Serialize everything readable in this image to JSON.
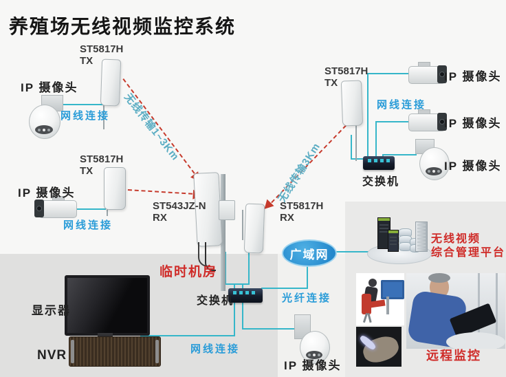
{
  "title": "养殖场无线视频监控系统",
  "labels": {
    "ip_camera": "IP 摄像头",
    "cable": "网线连接",
    "fiber": "光纤连接",
    "switch": "交换机",
    "monitor": "显示器",
    "nvr": "NVR",
    "temp_room": "临时机房",
    "wan": "广域网",
    "platform_line1": "无线视频",
    "platform_line2": "综合管理平台",
    "remote": "远程监控",
    "wireless_1_3km": "无线传输1~3Km",
    "wireless_3km": "无线传输3Km"
  },
  "devices": {
    "tx_top_left": {
      "model": "ST5817H",
      "role": "TX"
    },
    "tx_mid_left": {
      "model": "ST5817H",
      "role": "TX"
    },
    "tx_top_right": {
      "model": "ST5817H",
      "role": "TX"
    },
    "rx_center": {
      "model": "ST543JZ-N",
      "role": "RX"
    },
    "rx_right": {
      "model": "ST5817H",
      "role": "RX"
    }
  },
  "colors": {
    "cable_line": "#35b6c9",
    "blue_label": "#2a9cd8",
    "red_accent": "#cf2b28",
    "wireless_text": "#5badc3",
    "wan_fill": "#2f9ad8"
  }
}
